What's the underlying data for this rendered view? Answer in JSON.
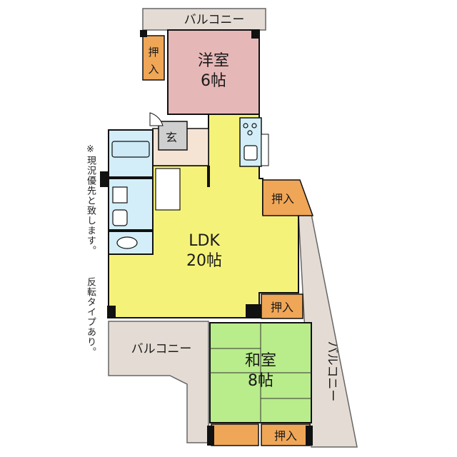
{
  "rooms": {
    "western_room": {
      "name": "洋室",
      "size": "6帖"
    },
    "ldk": {
      "name": "LDK",
      "size": "20帖"
    },
    "japanese_room": {
      "name": "和室",
      "size": "8帖"
    },
    "entrance": "玄"
  },
  "closets": {
    "top_left": [
      "押",
      "入"
    ],
    "right_upper": "押入",
    "right_lower": "押入",
    "bottom": "押入"
  },
  "balconies": {
    "top": "バルコニー",
    "left": "バルコニー",
    "right": "バルコニー"
  },
  "notes": {
    "priority": "※現況優先と致します。",
    "reversed": "反転タイプあり。"
  },
  "colors": {
    "ldk": "#f5f27a",
    "western_room": "#e6b7b7",
    "japanese_room": "#b9ec8b",
    "closet": "#f0a657",
    "balcony": "#e4dcd4",
    "wet_area": "#d3eef8",
    "entrance": "#f5e4d4",
    "wall": "#111111"
  }
}
